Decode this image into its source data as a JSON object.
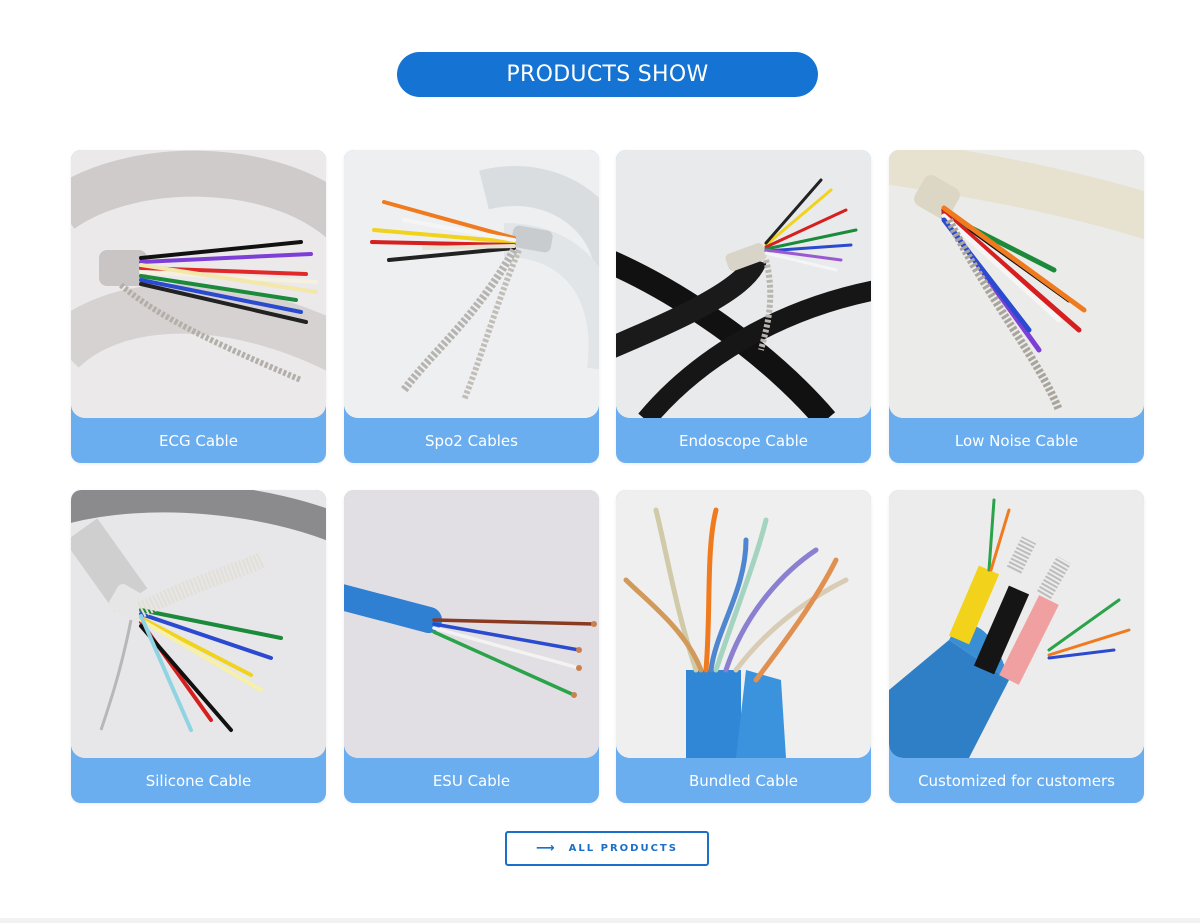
{
  "section": {
    "title": "PRODUCTS SHOW"
  },
  "products": [
    {
      "name": "ECG Cable"
    },
    {
      "name": "Spo2 Cables"
    },
    {
      "name": "Endoscope Cable"
    },
    {
      "name": "Low Noise Cable"
    },
    {
      "name": "Silicone Cable"
    },
    {
      "name": "ESU Cable"
    },
    {
      "name": "Bundled Cable"
    },
    {
      "name": "Customized for customers"
    }
  ],
  "all_products_button": {
    "label": "ALL PRODUCTS",
    "icon": "arrow-right-icon"
  },
  "colors": {
    "accent": "#1473d3",
    "caption_bg": "#6aaef0",
    "button_border": "#1a6fc8"
  }
}
